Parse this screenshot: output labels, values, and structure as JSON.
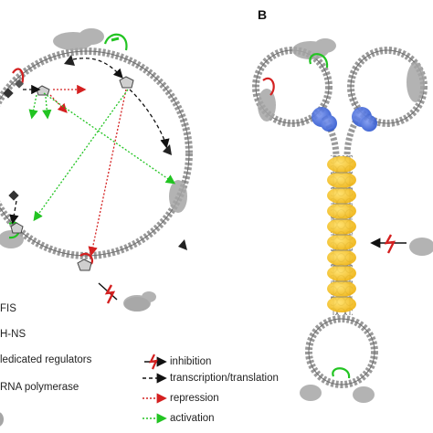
{
  "panel_b_label": "B",
  "left_legend": {
    "fis": "FIS",
    "hns": "H-NS",
    "dedicated_regulators": "ledicated regulators",
    "rna_polymerase": "RNA polymerase"
  },
  "right_legend": {
    "inhibition": "inhibition",
    "transcription_translation": "transcription/translation",
    "repression": "repression",
    "activation": "activation"
  },
  "colors": {
    "dna": "#8a8a8a",
    "fis": "#3d67d6",
    "hns": "#f2c21a",
    "protein_gray": "#a0a0a0",
    "activation": "#22c422",
    "repression": "#d42020",
    "transcription": "#111111",
    "inhibition": "#d42020"
  }
}
